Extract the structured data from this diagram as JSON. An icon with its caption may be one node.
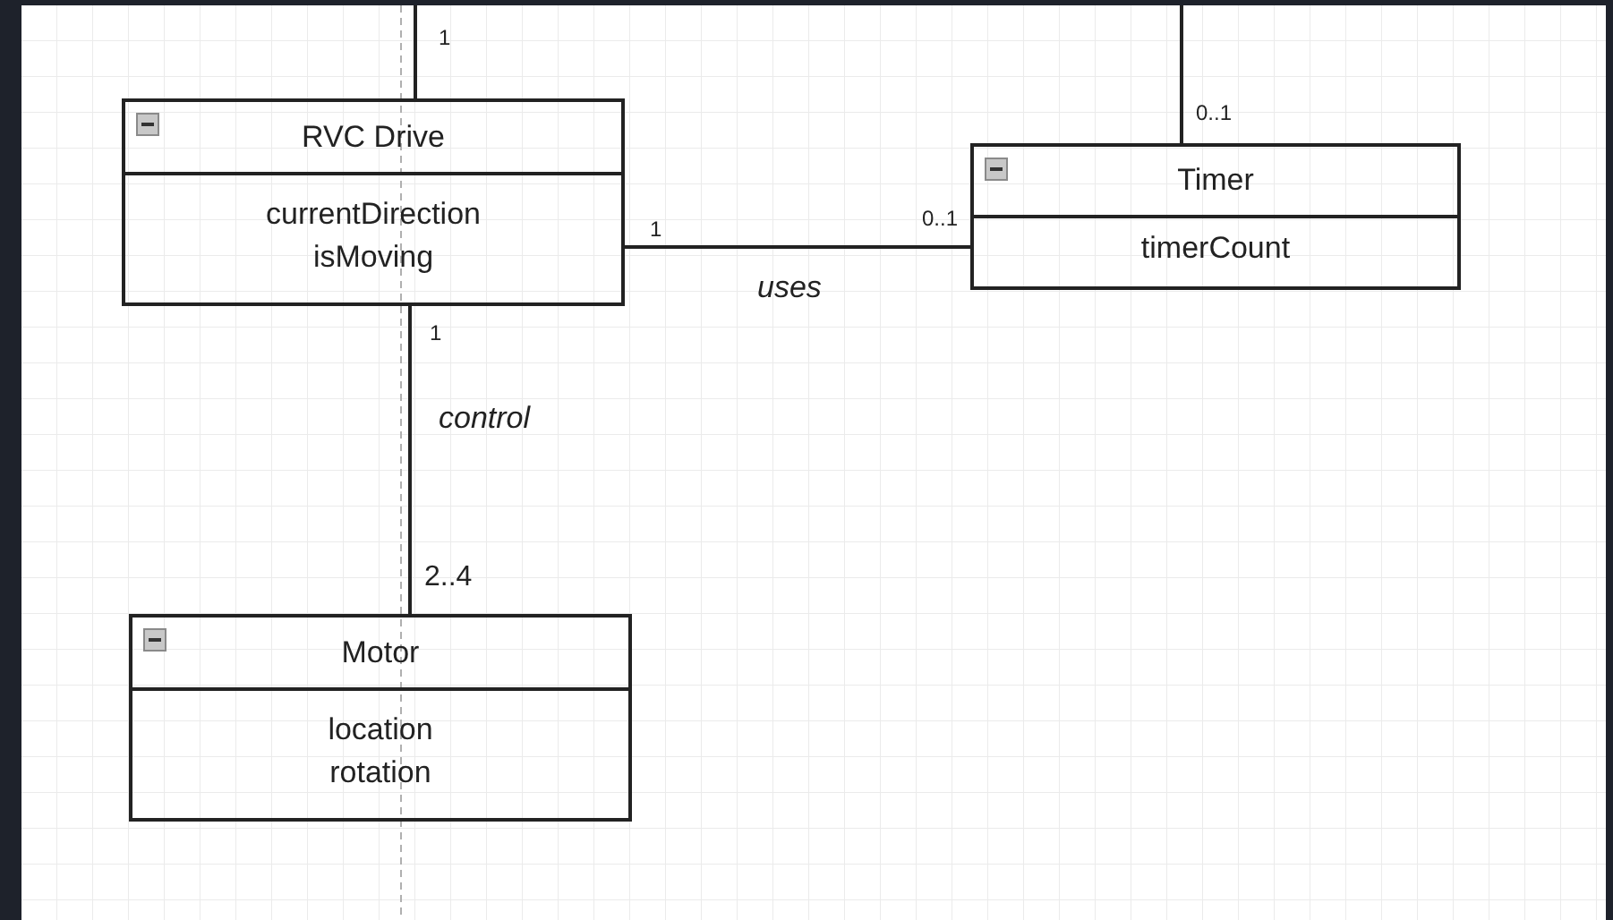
{
  "diagram": {
    "nodes": [
      {
        "text": [
          "RVC Drive",
          "currentDirection",
          "isMoving"
        ]
      },
      {
        "text": [
          "Timer",
          "timerCount"
        ]
      },
      {
        "text": [
          "Motor",
          "location",
          "rotation"
        ]
      }
    ],
    "edges": [
      {
        "from": null,
        "to": 0,
        "arrow": "none"
      },
      {
        "from": 0,
        "to": 1,
        "arrow": "none",
        "label": "uses"
      },
      {
        "from": null,
        "to": 1,
        "arrow": "none"
      },
      {
        "from": 0,
        "to": 2,
        "arrow": "none",
        "label": "control"
      }
    ],
    "labels": [
      "1",
      "0..1",
      "0..1",
      "1",
      "1",
      "2..4"
    ]
  }
}
